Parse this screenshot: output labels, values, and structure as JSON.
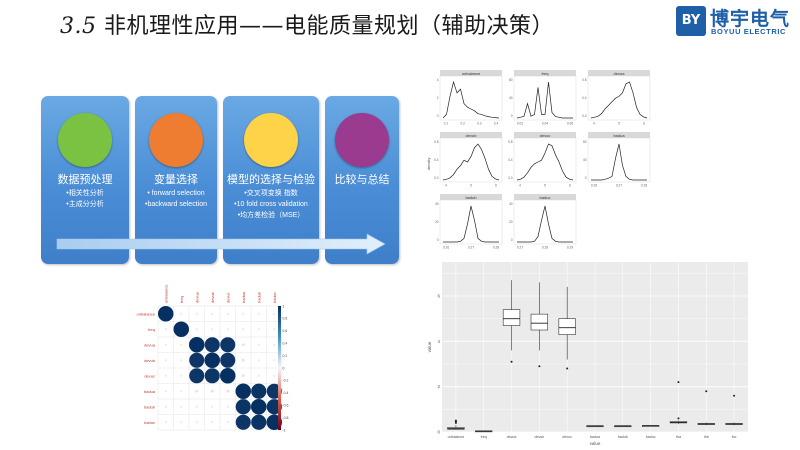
{
  "header": {
    "title_num": "3.5",
    "title_text": "非机理性应用——电能质量规划（辅助决策）"
  },
  "logo": {
    "mark": "BY",
    "cn": "博宇电气",
    "en": "BOYUU ELECTRIC"
  },
  "process": {
    "colors": {
      "panel": "#4a8dd6",
      "green": "#7cc242",
      "orange": "#ee7d31",
      "yellow": "#ffd347",
      "purple": "#9b3b8f"
    },
    "steps": [
      {
        "title": "数据预处理",
        "items": [
          "•相关性分析",
          "•主成分分析"
        ]
      },
      {
        "title": "变量选择",
        "items": [
          "• forward selection",
          "•backward selection"
        ]
      },
      {
        "title": "模型的选择与检验",
        "items": [
          "•交叉项变换 指数",
          "•10 fold cross validation",
          "•均方差检验（MSE）"
        ]
      },
      {
        "title": "比较与总结",
        "items": []
      }
    ]
  },
  "density": {
    "ylabel": "density",
    "panels": [
      {
        "name": "unbalance",
        "xticks": [
          "0.1",
          "0.2",
          "0.3",
          "0.4"
        ],
        "yticks": [
          "0",
          "2",
          "4"
        ]
      },
      {
        "name": "freq",
        "xticks": [
          "0.02",
          "0.04",
          "0.06"
        ],
        "yticks": [
          "0",
          "40",
          "80"
        ]
      },
      {
        "name": "devua",
        "xticks": [
          "4",
          "5",
          "6"
        ],
        "yticks": [
          "0.0",
          "0.4",
          "0.8"
        ]
      },
      {
        "name": "devub",
        "xticks": [
          "4",
          "5",
          "6"
        ],
        "yticks": [
          "0.0",
          "0.4",
          "0.8"
        ]
      },
      {
        "name": "devuc",
        "xticks": [
          "4",
          "5",
          "6"
        ],
        "yticks": [
          "0.0",
          "0.4",
          "0.8"
        ]
      },
      {
        "name": "badua",
        "xticks": [
          "0.26",
          "0.27",
          "0.28"
        ],
        "yticks": [
          "0",
          "40",
          "80"
        ]
      },
      {
        "name": "badub",
        "xticks": [
          "0.26",
          "0.27",
          "0.28"
        ],
        "yticks": [
          "0",
          "20",
          "40"
        ]
      },
      {
        "name": "baduc",
        "xticks": [
          "0.27",
          "0.28",
          "0.29"
        ],
        "yticks": [
          "0",
          "20",
          "40"
        ]
      }
    ]
  },
  "boxplot": {
    "ylabel": "value",
    "xlabel": "value",
    "yticks": [
      "0",
      "2",
      "4",
      "6"
    ],
    "ylim": [
      0,
      7.5
    ],
    "colors": {
      "bg": "#ebebeb",
      "grid": "#ffffff"
    },
    "categories": [
      "unbalance",
      "freq",
      "devua",
      "devub",
      "devuc",
      "badua",
      "badub",
      "baduc",
      "tha",
      "thb",
      "thc"
    ],
    "boxes": [
      {
        "min": 0.1,
        "q1": 0.12,
        "med": 0.15,
        "q3": 0.2,
        "max": 0.3,
        "outliers": [
          0.4,
          0.45,
          0.5
        ]
      },
      {
        "min": 0.02,
        "q1": 0.03,
        "med": 0.04,
        "q3": 0.05,
        "max": 0.06,
        "outliers": []
      },
      {
        "min": 3.6,
        "q1": 4.7,
        "med": 5.0,
        "q3": 5.4,
        "max": 6.7,
        "outliers": [
          3.1
        ]
      },
      {
        "min": 3.6,
        "q1": 4.5,
        "med": 4.8,
        "q3": 5.2,
        "max": 6.6,
        "outliers": [
          2.9
        ]
      },
      {
        "min": 3.2,
        "q1": 4.3,
        "med": 4.6,
        "q3": 5.0,
        "max": 6.4,
        "outliers": [
          2.8
        ]
      },
      {
        "min": 0.26,
        "q1": 0.265,
        "med": 0.27,
        "q3": 0.275,
        "max": 0.28,
        "outliers": []
      },
      {
        "min": 0.26,
        "q1": 0.265,
        "med": 0.27,
        "q3": 0.275,
        "max": 0.28,
        "outliers": []
      },
      {
        "min": 0.27,
        "q1": 0.275,
        "med": 0.28,
        "q3": 0.285,
        "max": 0.29,
        "outliers": []
      },
      {
        "min": 0.35,
        "q1": 0.4,
        "med": 0.42,
        "q3": 0.46,
        "max": 0.5,
        "outliers": [
          2.2,
          0.6
        ]
      },
      {
        "min": 0.3,
        "q1": 0.33,
        "med": 0.35,
        "q3": 0.38,
        "max": 0.42,
        "outliers": [
          1.8
        ]
      },
      {
        "min": 0.3,
        "q1": 0.33,
        "med": 0.35,
        "q3": 0.38,
        "max": 0.42,
        "outliers": [
          1.6
        ]
      }
    ]
  },
  "chart_data": {
    "type": "heatmap",
    "labels": [
      "unbalance",
      "freq",
      "devua",
      "devub",
      "devuc",
      "badua",
      "badub",
      "baduc"
    ],
    "colorbar_ticks": [
      "1",
      "0.8",
      "0.6",
      "0.4",
      "0.2",
      "0",
      "-0.2",
      "-0.4",
      "-0.6",
      "-0.8",
      "-1"
    ],
    "matrix": [
      [
        1,
        0.05,
        0.05,
        0.05,
        0.05,
        0.05,
        0.05,
        0.05
      ],
      [
        0.05,
        1,
        0.05,
        0.05,
        0.05,
        0.05,
        0.05,
        0.05
      ],
      [
        0.05,
        0.05,
        1,
        0.97,
        0.97,
        -0.15,
        0.05,
        0.05
      ],
      [
        0.05,
        0.05,
        0.97,
        1,
        0.97,
        -0.15,
        0.05,
        0.05
      ],
      [
        0.05,
        0.05,
        0.97,
        0.97,
        1,
        -0.15,
        0.05,
        0.05
      ],
      [
        0.05,
        0.05,
        -0.15,
        -0.15,
        -0.15,
        1,
        0.98,
        0.97
      ],
      [
        0.05,
        0.05,
        0.05,
        0.05,
        0.05,
        0.98,
        1,
        0.98
      ],
      [
        0.05,
        0.05,
        0.05,
        0.05,
        0.05,
        0.97,
        0.98,
        1
      ]
    ]
  }
}
